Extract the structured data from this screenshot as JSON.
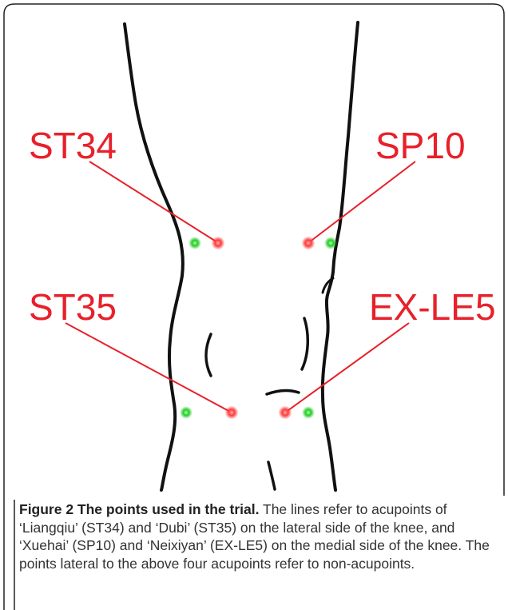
{
  "figure": {
    "labels": {
      "st34": "ST34",
      "sp10": "SP10",
      "st35": "ST35",
      "exle5": "EX-LE5"
    },
    "colors": {
      "label": "#e8202a",
      "acupoint": "#ff3b3b",
      "non_acupoint": "#22cc22",
      "outline": "#111111",
      "frame": "#222222"
    }
  },
  "caption": {
    "title": "Figure 2 The points used in the trial.",
    "body": "The lines refer to acupoints of ‘Liangqiu’ (ST34) and ‘Dubi’ (ST35) on the lateral side of the knee, and ‘Xuehai’ (SP10) and ‘Neixiyan’ (EX-LE5) on the medial side of the knee. The points lateral to the above four acupoints refer to non-acupoints."
  }
}
